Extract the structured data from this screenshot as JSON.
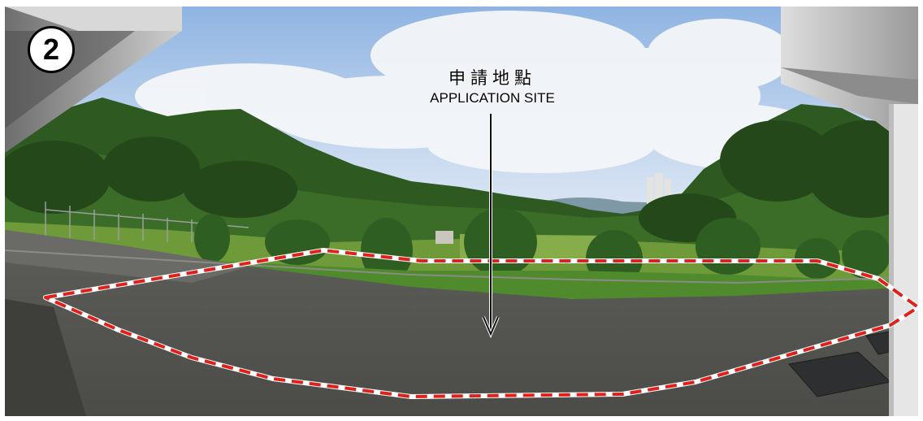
{
  "badge": {
    "number": "2"
  },
  "annotation": {
    "label_chinese": "申請地點",
    "label_english": "APPLICATION SITE"
  },
  "colors": {
    "boundary_red": "#e0201b",
    "boundary_white": "#ffffff",
    "sky": "#a9c7ea",
    "foliage": "#2f5a22",
    "grass": "#6f9a3a",
    "pavement": "#545451"
  }
}
